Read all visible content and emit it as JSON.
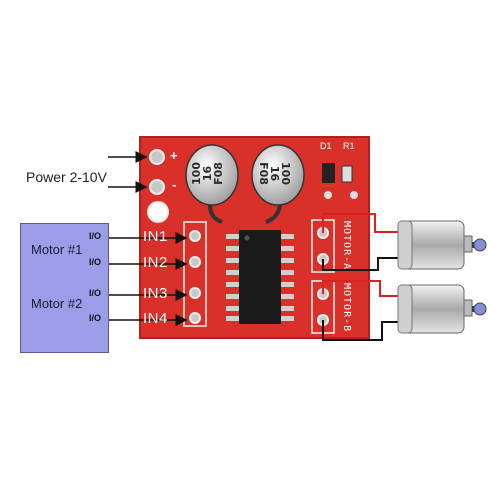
{
  "power_label": "Power 2-10V",
  "board": {
    "plus": "+",
    "minus": "-",
    "inputs": [
      "IN1",
      "IN2",
      "IN3",
      "IN4"
    ],
    "motor_a": "MOTOR-A",
    "motor_b": "MOTOR-B",
    "d1": "D1",
    "r1": "R1",
    "cap1_lines": [
      "100",
      "16",
      "F08"
    ],
    "cap2_lines": [
      "100",
      "16",
      "F08"
    ]
  },
  "controller": {
    "motor1": "Motor #1",
    "motor2": "Motor #2",
    "io": [
      "I/O",
      "I/O",
      "I/O",
      "I/O"
    ]
  },
  "colors": {
    "board": "#d9302a",
    "box": "#9d9ce8",
    "wire_red": "#e02020",
    "wire_black": "#111111"
  }
}
